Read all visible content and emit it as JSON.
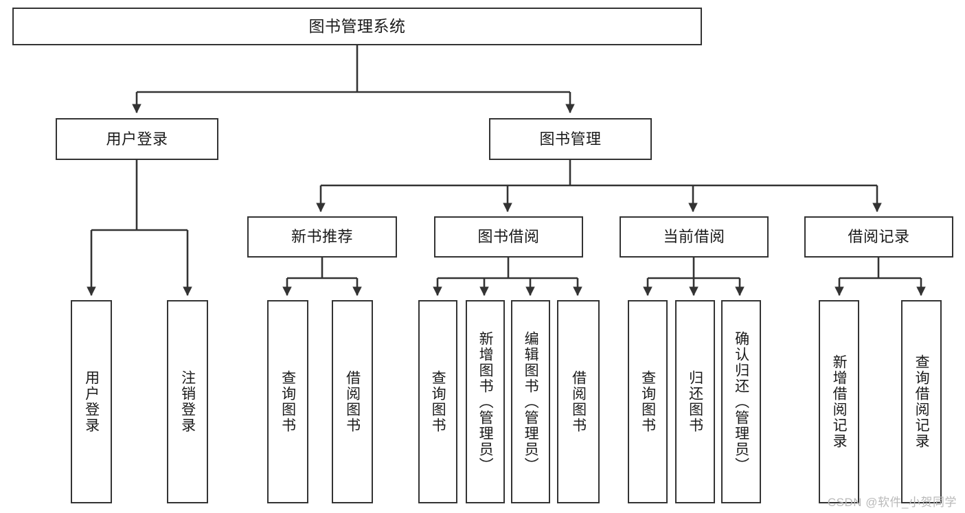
{
  "diagram": {
    "title": "图书管理系统",
    "type": "tree",
    "stroke_color": "#333333",
    "background_color": "#ffffff",
    "watermark": "CSDN @软件_小贺同学",
    "watermark_color": "#b9b9b9"
  },
  "nodes": {
    "root": {
      "label": "图书管理系统"
    },
    "level2": [
      {
        "id": "user-login",
        "label": "用户登录"
      },
      {
        "id": "book-manage",
        "label": "图书管理"
      }
    ],
    "level3": [
      {
        "id": "new-book-recommend",
        "label": "新书推荐"
      },
      {
        "id": "book-borrow",
        "label": "图书借阅"
      },
      {
        "id": "current-borrow",
        "label": "当前借阅"
      },
      {
        "id": "borrow-record",
        "label": "借阅记录"
      }
    ],
    "leaves": {
      "user_login": [
        {
          "id": "leaf-user-login",
          "label": "用户登录"
        },
        {
          "id": "leaf-logout-login",
          "label": "注销登录"
        }
      ],
      "new_book_recommend": [
        {
          "id": "leaf-query-book-1",
          "label": "查询图书"
        },
        {
          "id": "leaf-borrow-book-1",
          "label": "借阅图书"
        }
      ],
      "book_borrow": [
        {
          "id": "leaf-query-book-2",
          "label": "查询图书"
        },
        {
          "id": "leaf-add-book",
          "label": "新增图书（管理员）"
        },
        {
          "id": "leaf-edit-book",
          "label": "编辑图书（管理员）"
        },
        {
          "id": "leaf-borrow-book-2",
          "label": "借阅图书"
        }
      ],
      "current_borrow": [
        {
          "id": "leaf-query-book-3",
          "label": "查询图书"
        },
        {
          "id": "leaf-return-book",
          "label": "归还图书"
        },
        {
          "id": "leaf-confirm-return",
          "label": "确认归还（管理员）"
        }
      ],
      "borrow_record": [
        {
          "id": "leaf-add-record",
          "label": "新增借阅记录"
        },
        {
          "id": "leaf-query-record",
          "label": "查询借阅记录"
        }
      ]
    }
  }
}
